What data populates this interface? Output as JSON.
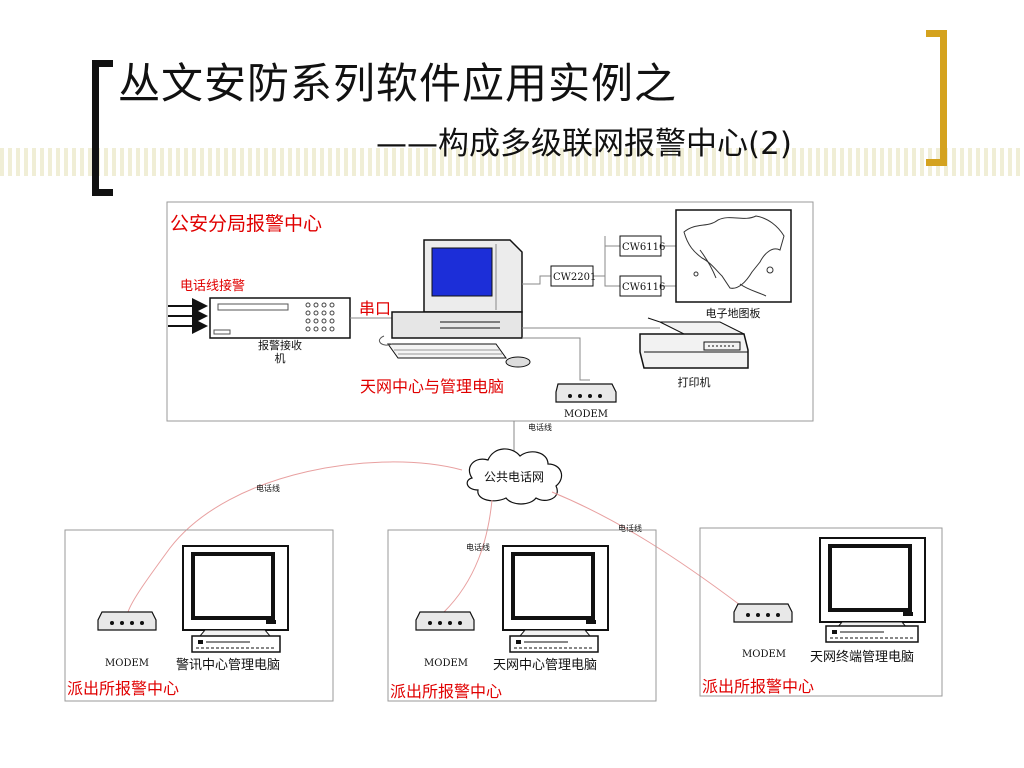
{
  "slide": {
    "title": "丛文安防系列软件应用实例之",
    "subtitle": "——构成多级联网报警中心(2)"
  },
  "colors": {
    "accent_bracket": "#d4a21e",
    "red_text": "#e00000",
    "stripe": "#f0eed6",
    "screen_blue": "#1c2ed8"
  },
  "hq": {
    "title": "公安分局报警中心",
    "phone_in_label": "电话线接警",
    "receiver_label_line1": "报警接收",
    "receiver_label_line2": "机",
    "serial_label": "串口",
    "mgmt_pc_label": "天网中心与管理电脑",
    "cw2201": "CW2201",
    "cw6116_a": "CW6116",
    "cw6116_b": "CW6116",
    "map_label": "电子地图板",
    "printer_label": "打印机",
    "modem_label": "MODEM",
    "phone_line_label": "电话线"
  },
  "network": {
    "cloud_label": "公共电话网",
    "line_left_label": "电话线",
    "line_mid_label": "电话线",
    "line_right_label": "电话线"
  },
  "stations": [
    {
      "title": "派出所报警中心",
      "pc_label": "警讯中心管理电脑",
      "modem_label": "MODEM"
    },
    {
      "title": "派出所报警中心",
      "pc_label": "天网中心管理电脑",
      "modem_label": "MODEM"
    },
    {
      "title": "派出所报警中心",
      "pc_label": "天网终端管理电脑",
      "modem_label": "MODEM"
    }
  ]
}
